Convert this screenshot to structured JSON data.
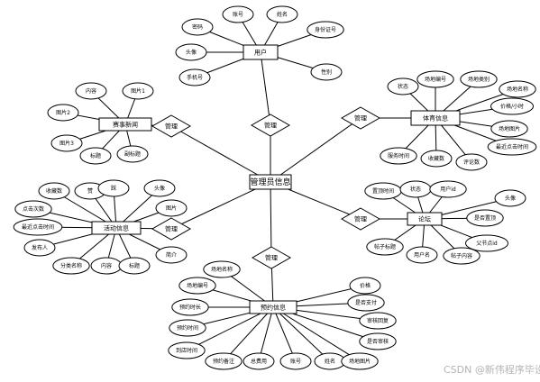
{
  "center": "管理员信息",
  "relation_label": "管理",
  "entities": {
    "user": "用户",
    "sports": "体育信息",
    "forum": "论坛",
    "booking": "预约信息",
    "news": "赛事新闻",
    "activity": "活动信息"
  },
  "attributes": {
    "user": [
      "账号",
      "姓名",
      "密码",
      "头像",
      "身份证号",
      "手机号",
      "性别"
    ],
    "sports": [
      "状态",
      "场地编号",
      "场地类别",
      "场地名称",
      "价格/小时",
      "场地图片",
      "服务时间",
      "收藏数",
      "最近点击时间",
      "评论数"
    ],
    "forum": [
      "置顶时间",
      "状态",
      "用户id",
      "头像",
      "是否置顶",
      "帖子标题",
      "用户名",
      "父节点id",
      "帖子内容"
    ],
    "booking": [
      "场地名称",
      "场地编号",
      "价格",
      "预约时长",
      "是否支付",
      "预约时间",
      "审核回复",
      "到店时间",
      "是否审核",
      "预约备注",
      "总费用",
      "账号",
      "姓名",
      "场地图片"
    ],
    "news": [
      "内容",
      "图片1",
      "图片2",
      "图片3",
      "标题",
      "副标题"
    ],
    "activity": [
      "收藏数",
      "赞",
      "踩",
      "头像",
      "点击次数",
      "图片",
      "最近点击时间",
      "发布人",
      "分类名称",
      "内容",
      "标题",
      "简介"
    ]
  },
  "watermark": "CSDN @新伟程序毕设"
}
